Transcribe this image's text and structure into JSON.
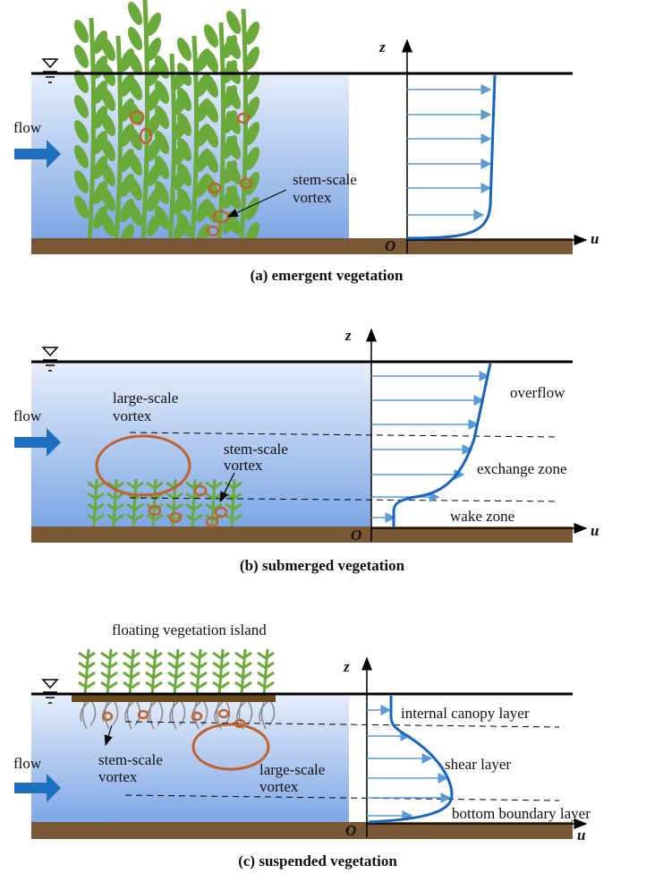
{
  "colors": {
    "water_top": "#e6eefb",
    "water_bottom": "#7da6e4",
    "ground": "#7a5836",
    "plant": "#6aaa3a",
    "vortex": "#c0622e",
    "flow_arrow": "#1f6fbf",
    "profile": "#1565c0",
    "vector": "#5b9bd5"
  },
  "panel_a": {
    "caption": "(a) emergent vegetation",
    "flow": "flow",
    "vortex_label_1": "stem-scale",
    "vortex_label_2": "vortex",
    "z": "z",
    "u": "u",
    "origin": "O"
  },
  "panel_b": {
    "caption": "(b) submerged vegetation",
    "flow": "flow",
    "large_1": "large-scale",
    "large_2": "vortex",
    "stem_1": "stem-scale",
    "stem_2": "vortex",
    "overflow": "overflow",
    "exchange": "exchange zone",
    "wake": "wake zone",
    "z": "z",
    "u": "u",
    "origin": "O"
  },
  "panel_c": {
    "caption": "(c) suspended vegetation",
    "title": "floating vegetation island",
    "flow": "flow",
    "stem_1": "stem-scale",
    "stem_2": "vortex",
    "large_1": "large-scale",
    "large_2": "vortex",
    "internal": "internal canopy layer",
    "shear": "shear layer",
    "bottom": "bottom boundary layer",
    "z": "z",
    "u": "u",
    "origin": "O"
  }
}
